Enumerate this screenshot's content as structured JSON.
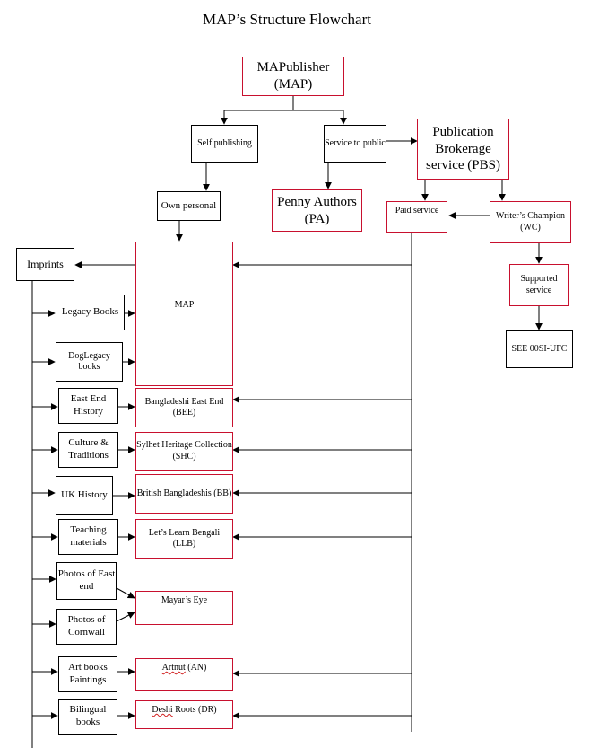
{
  "title": "MAP’s Structure Flowchart",
  "nodes": {
    "mapublisher": "MAPublisher (MAP)",
    "self_publishing": "Self publishing",
    "service_to_public": "Service to public",
    "pbs": "Publication Brokerage service (PBS)",
    "own_personal": "Own personal",
    "penny_authors": "Penny Authors (PA)",
    "paid_service": "Paid service",
    "writers_champion": "Writer’s Champion (WC)",
    "supported_service": "Supported service",
    "see": "SEE 00SI-UFC",
    "imprints": "Imprints",
    "map": "MAP"
  },
  "imprints": [
    {
      "category": "Legacy Books"
    },
    {
      "category": "DogLegacy books"
    },
    {
      "category": "East End History",
      "imprint": "Bangladeshi East End (BEE)"
    },
    {
      "category": "Culture & Traditions",
      "imprint": "Sylhet Heritage Collection (SHC)"
    },
    {
      "category": "UK History",
      "imprint": "British Bangladeshis (BB)"
    },
    {
      "category": "Teaching materials",
      "imprint": "Let’s Learn Bengali (LLB)"
    },
    {
      "category": "Photos of East end"
    },
    {
      "category": "Photos of Cornwall",
      "imprint": "Mayar’s Eye"
    },
    {
      "category": "Art books Paintings",
      "imprint_prefix": "Artnut",
      "imprint_suffix": " (AN)"
    },
    {
      "category": "Bilingual books",
      "imprint_prefix": "Deshi",
      "imprint_suffix": " Roots (DR)"
    }
  ]
}
